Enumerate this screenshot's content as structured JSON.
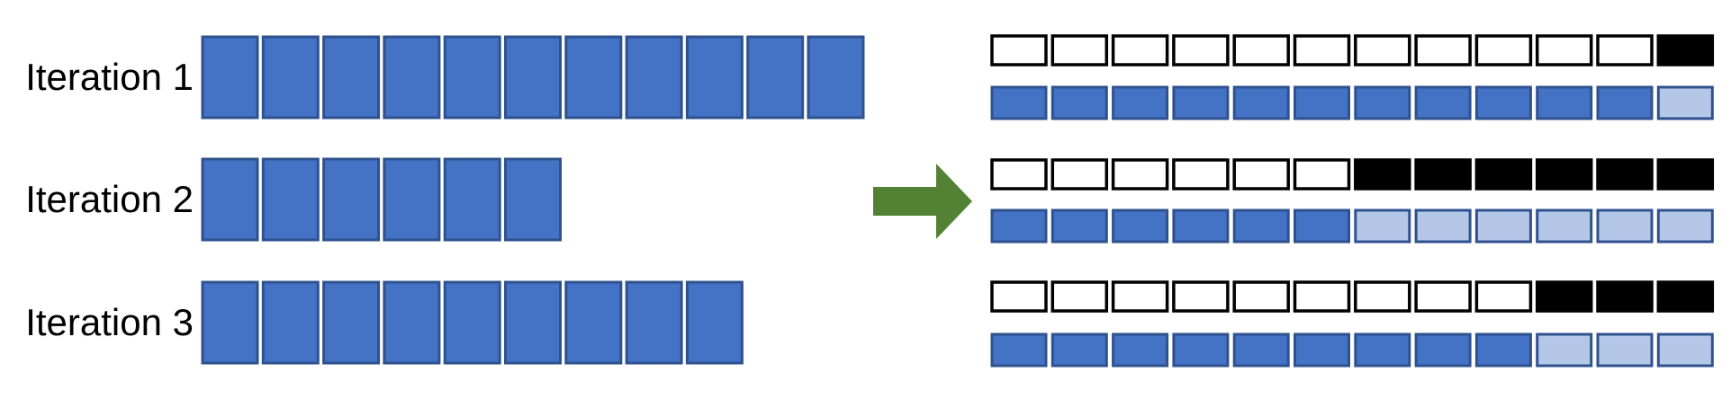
{
  "colors": {
    "block_fill": "#4472C4",
    "block_border": "#2F528F",
    "padding_fill": "#B4C7E7",
    "mask_on": "#000000",
    "mask_off": "#FFFFFF",
    "arrow_fill": "#548235"
  },
  "max_length": 12,
  "iterations": [
    {
      "label": "Iteration 1",
      "length": 11
    },
    {
      "label": "Iteration 2",
      "length": 6
    },
    {
      "label": "Iteration 3",
      "length": 9
    }
  ],
  "arrow_icon": "right-arrow-icon"
}
